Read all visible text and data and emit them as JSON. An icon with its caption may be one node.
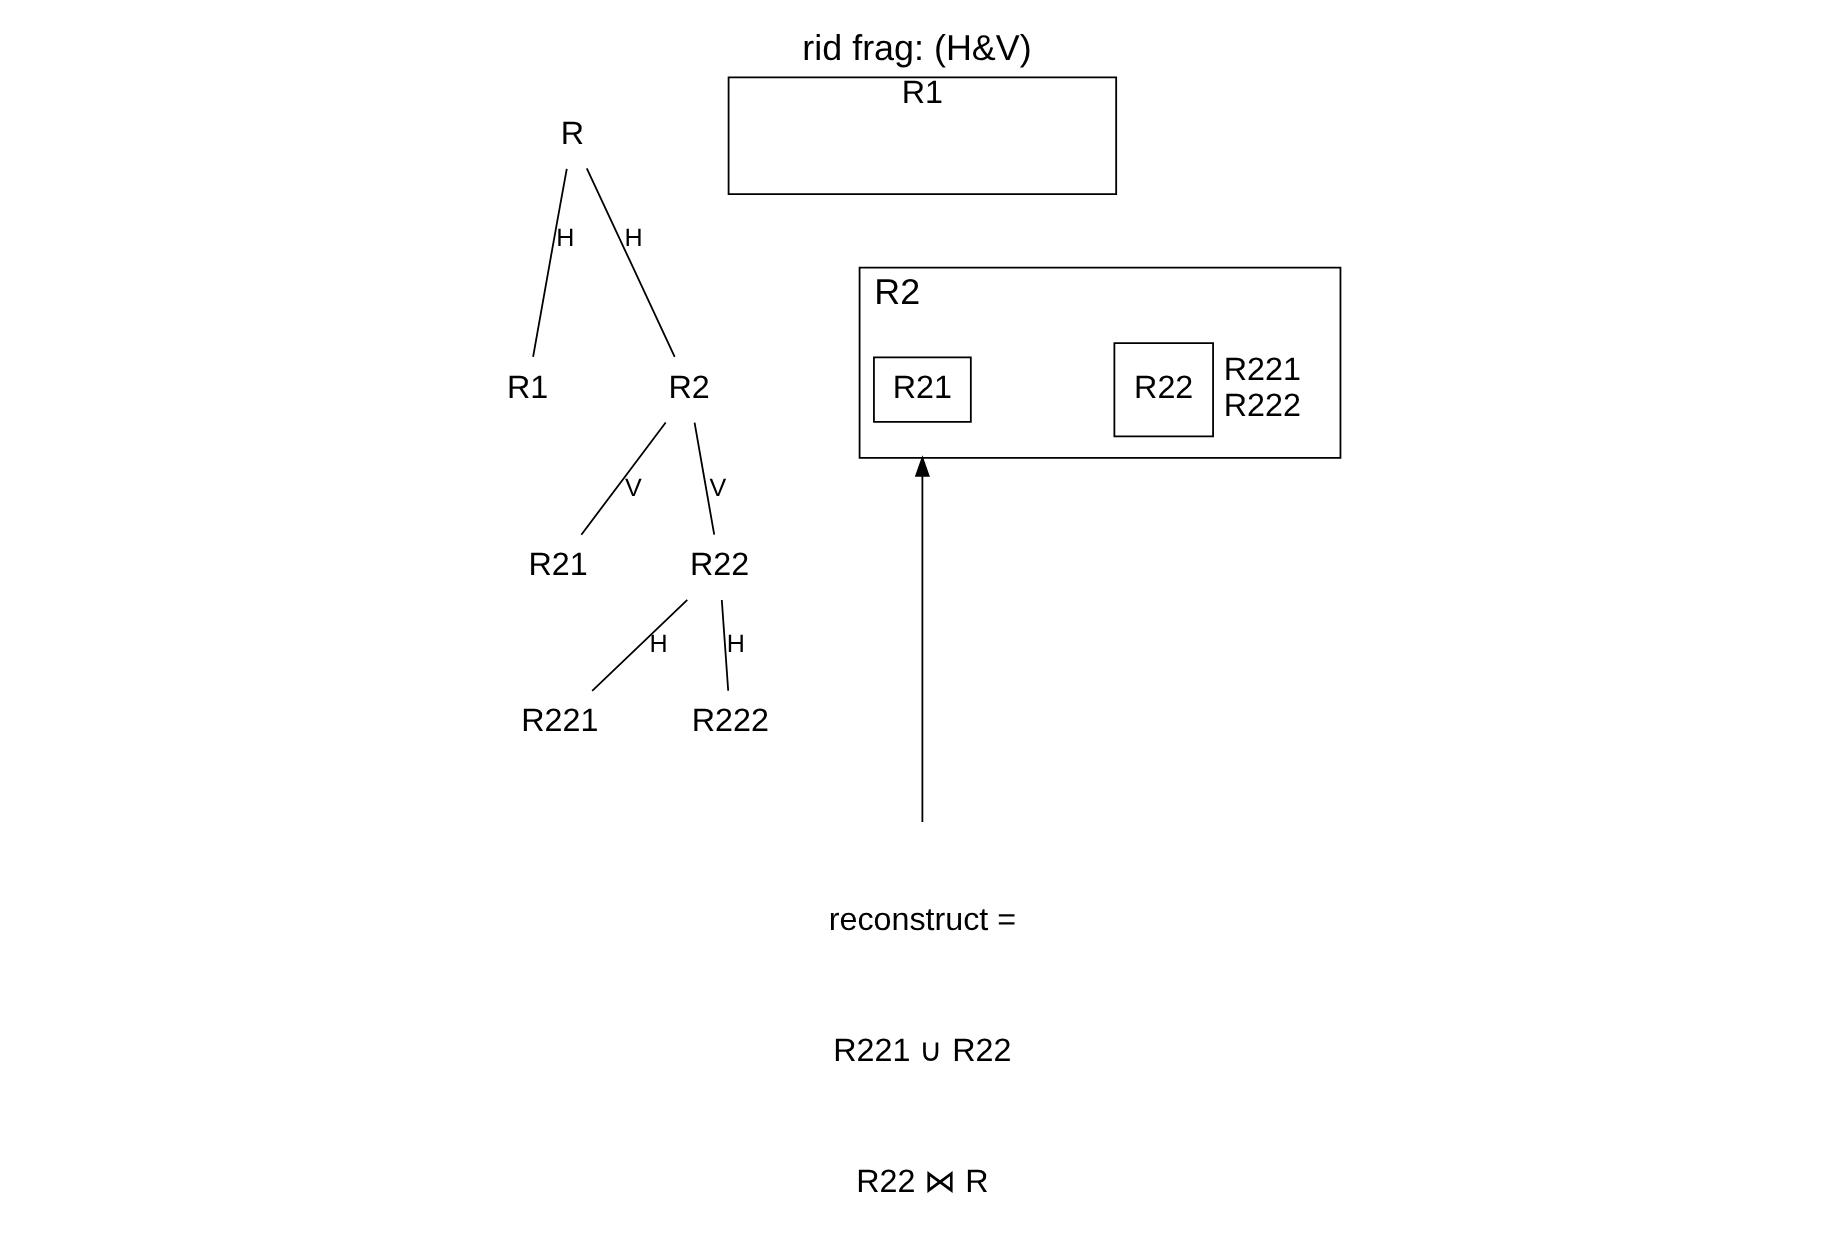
{
  "diagram": {
    "title": "rid frag: (H&V)",
    "nodes": [
      {
        "text": [
          "R"
        ]
      },
      {
        "text": [
          "R1"
        ]
      },
      {
        "text": [
          "R2"
        ]
      },
      {
        "text": [
          "R21"
        ]
      },
      {
        "text": [
          "R22"
        ]
      },
      {
        "text": [
          "R221"
        ]
      },
      {
        "text": [
          "R222"
        ]
      },
      {
        "text": [
          "R1"
        ]
      },
      {
        "text": [
          "R2"
        ]
      },
      {
        "text": [
          "R21"
        ],
        "in": 8
      },
      {
        "text": [
          "R22"
        ],
        "in": 8,
        "beside": [
          "R221",
          "R222"
        ]
      }
    ],
    "edges": [
      {
        "from": 0,
        "to": 1,
        "arrow": "none",
        "label": "H"
      },
      {
        "from": 0,
        "to": 2,
        "arrow": "none",
        "label": "H"
      },
      {
        "from": 2,
        "to": 3,
        "arrow": "none",
        "label": "V"
      },
      {
        "from": 2,
        "to": 4,
        "arrow": "none",
        "label": "V"
      },
      {
        "from": 4,
        "to": 5,
        "arrow": "none",
        "label": "H"
      },
      {
        "from": 4,
        "to": 6,
        "arrow": "none",
        "label": "H"
      },
      {
        "from": null,
        "to": 8,
        "arrow": "to"
      }
    ],
    "labels": [
      "reconstruct =",
      "R221 ∪ R22",
      "R22 ⋈ R"
    ]
  }
}
